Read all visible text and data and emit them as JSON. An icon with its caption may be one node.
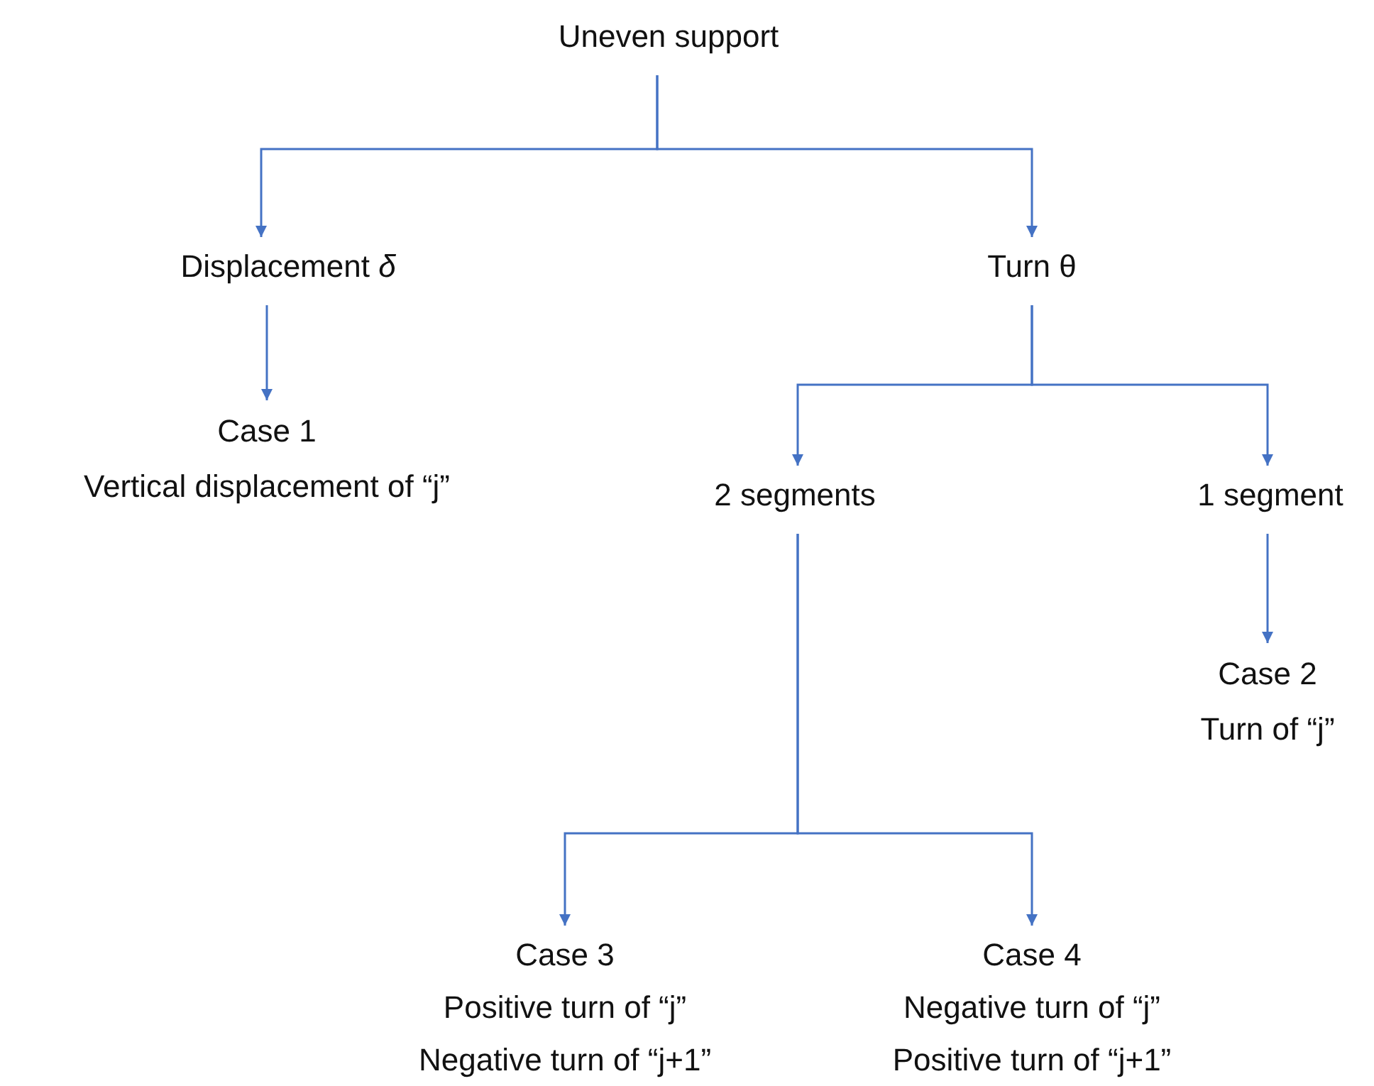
{
  "diagram": {
    "nodes": [
      {
        "text": [
          "Uneven support"
        ]
      },
      {
        "text": [
          "Displacement *δ*"
        ]
      },
      {
        "text": [
          "Turn θ"
        ]
      },
      {
        "text": [
          "Case 1",
          "Vertical displacement of “j”"
        ]
      },
      {
        "text": [
          "2 segments"
        ]
      },
      {
        "text": [
          "1 segment"
        ]
      },
      {
        "text": [
          "Case 2",
          "Turn of “j”"
        ]
      },
      {
        "text": [
          "Case 3",
          "Positive turn of “j”",
          "Negative turn of “j+1”"
        ]
      },
      {
        "text": [
          "Case 4",
          "Negative turn of “j”",
          "Positive turn of “j+1”"
        ]
      }
    ],
    "edges": [
      {
        "from": 0,
        "to": 1,
        "arrow": "to"
      },
      {
        "from": 0,
        "to": 2,
        "arrow": "to"
      },
      {
        "from": 1,
        "to": 3,
        "arrow": "to"
      },
      {
        "from": 2,
        "to": 4,
        "arrow": "to"
      },
      {
        "from": 2,
        "to": 5,
        "arrow": "to"
      },
      {
        "from": 5,
        "to": 6,
        "arrow": "to"
      },
      {
        "from": 4,
        "to": 7,
        "arrow": "to"
      },
      {
        "from": 4,
        "to": 8,
        "arrow": "to"
      }
    ]
  }
}
